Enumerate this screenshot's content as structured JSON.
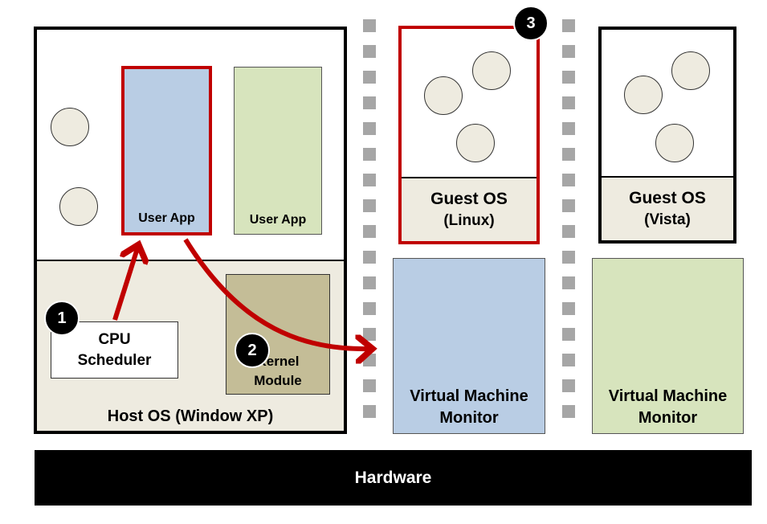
{
  "host": {
    "label_main": "Host OS",
    "label_paren": "(Window XP)",
    "user_app_1": "User App",
    "user_app_2": "User App",
    "cpu_scheduler_line1": "CPU",
    "cpu_scheduler_line2": "Scheduler",
    "kernel_module_line1": "Kernel",
    "kernel_module_line2": "Module"
  },
  "guests": [
    {
      "title": "Guest OS",
      "subtitle": "(Linux)"
    },
    {
      "title": "Guest OS",
      "subtitle": "(Vista)"
    }
  ],
  "vmms": [
    {
      "line1": "Virtual Machine",
      "line2": "Monitor"
    },
    {
      "line1": "Virtual Machine",
      "line2": "Monitor"
    }
  ],
  "hardware": {
    "label": "Hardware"
  },
  "badges": [
    "1",
    "2",
    "3"
  ],
  "colors": {
    "highlight_red": "#c00000",
    "blue_fill": "#b9cde4",
    "green_fill": "#d7e4bd",
    "beige_fill": "#eeebe0",
    "kernel_fill": "#c4bd97",
    "separator_gray": "#a6a6a6"
  }
}
